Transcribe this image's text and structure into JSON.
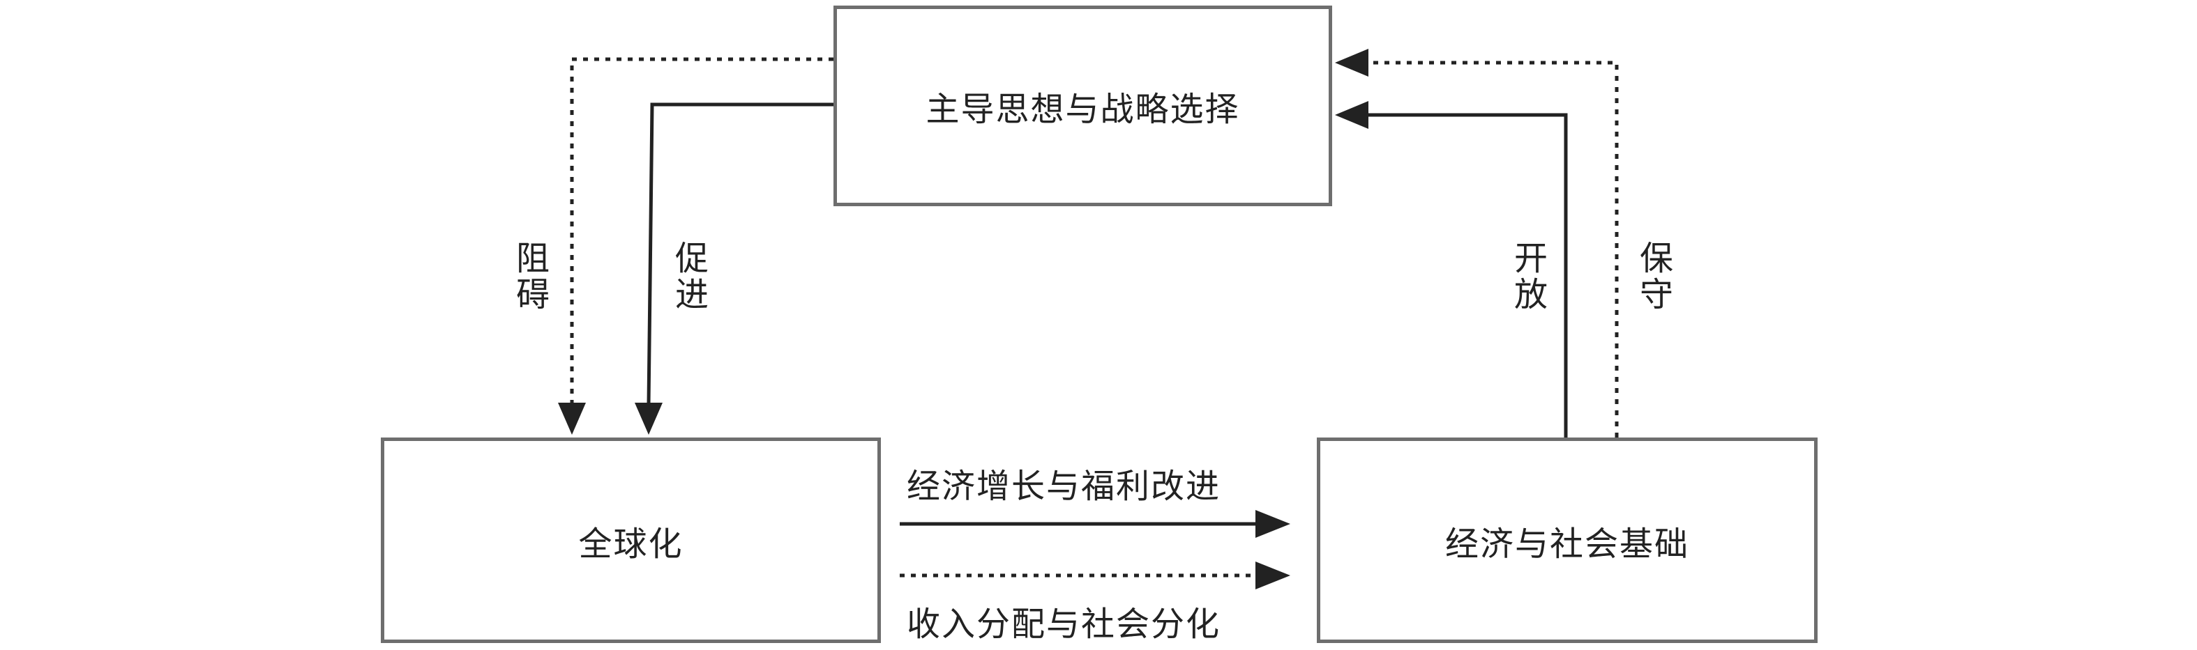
{
  "boxes": {
    "top": "主导思想与战略选择",
    "left": "全球化",
    "right": "经济与社会基础"
  },
  "labels": {
    "hinder": "阻碍",
    "promote": "促进",
    "open": "开放",
    "conservative": "保守",
    "growth": "经济增长与福利改进",
    "distribution": "收入分配与社会分化"
  },
  "colors": {
    "box_border": "#6e6e6e",
    "arrow": "#222222",
    "text": "#222222"
  }
}
